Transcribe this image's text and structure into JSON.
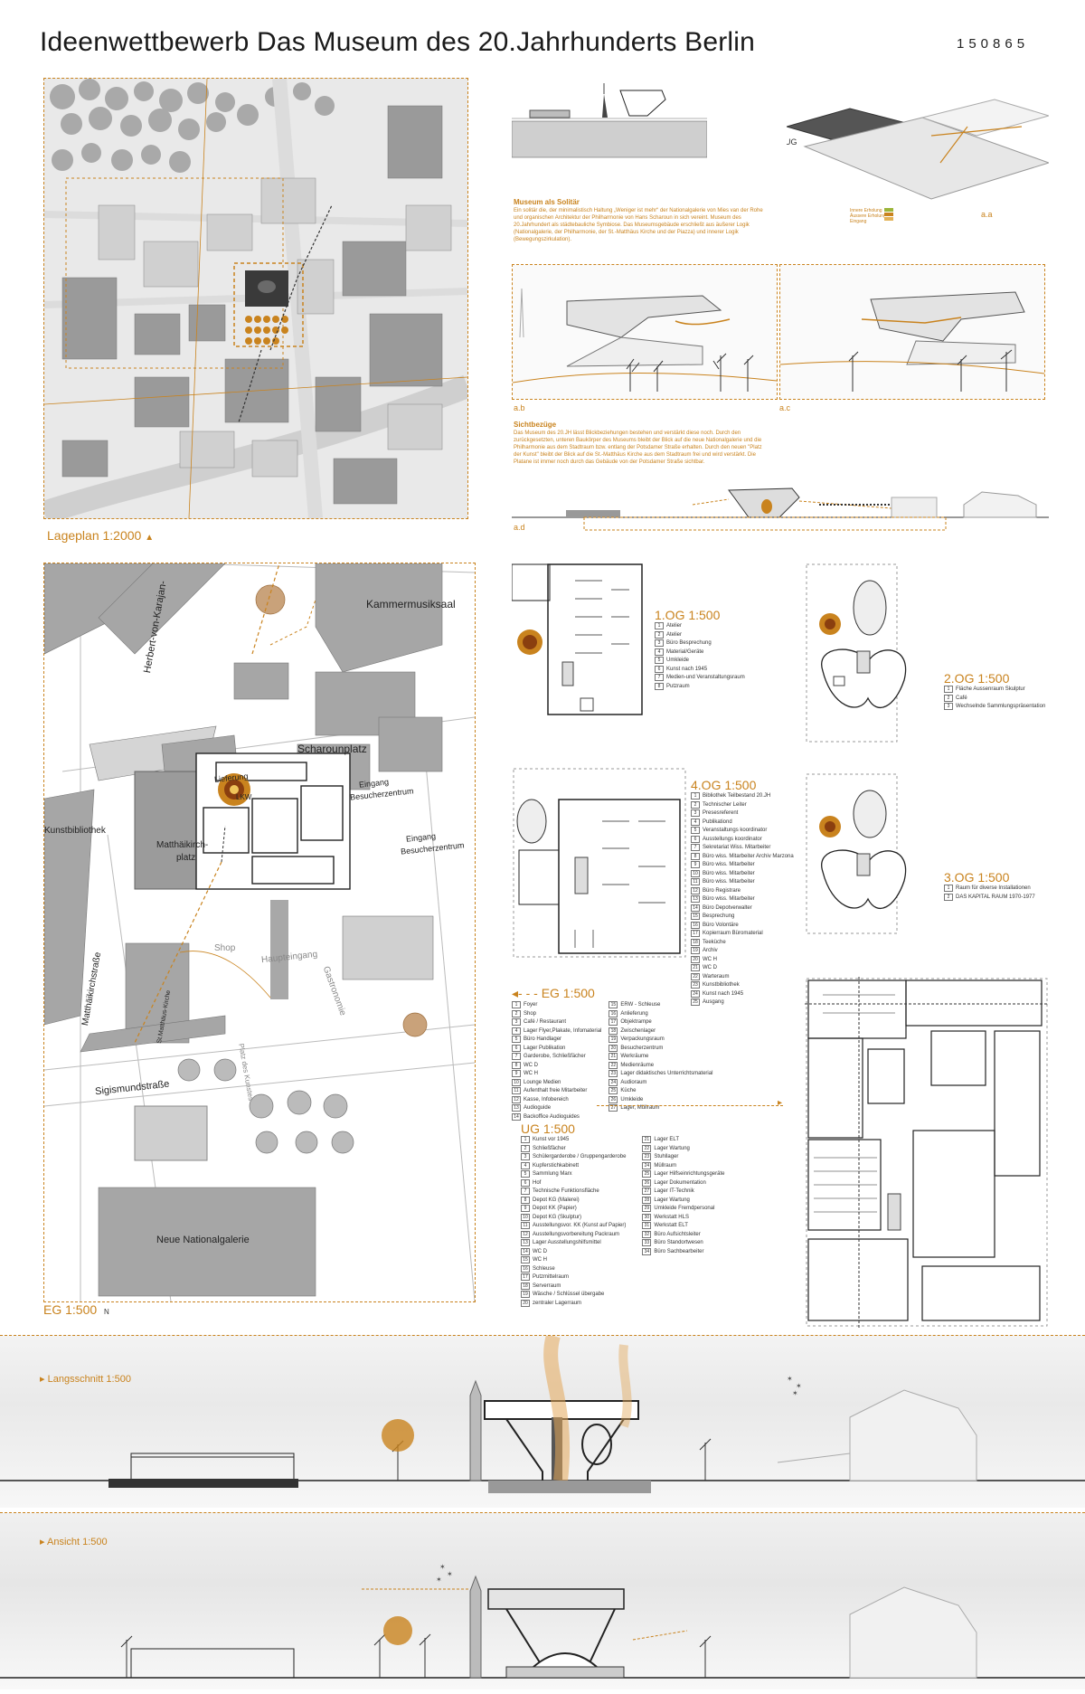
{
  "header": {
    "title": "Ideenwettbewerb Das Museum des 20.Jahrhunderts Berlin",
    "id": "150865"
  },
  "lageplan": {
    "label": "Lageplan 1:2000"
  },
  "site_plan": {
    "label": "EG 1:500",
    "north": "N",
    "places": {
      "kammermusiksaal": "Kammermusiksaal",
      "karajan": "Herbert-von-Karajan-",
      "scharounplatz": "Scharounplatz",
      "lieferung": "Lieferung",
      "lkw": "LKW",
      "eingang1": "Eingang",
      "besucher1": "Besucherzentrum",
      "eingang2": "Eingang",
      "besucher2": "Besucherzentrum",
      "kunstbibliothek": "Kunstbibliothek",
      "matthaikirchplatz1": "Matthäikirch-",
      "matthaikirchplatz2": "platz",
      "matthaikirchstrasse": "Matthäikirchstraße",
      "shop": "Shop",
      "haupteingang": "Haupteingang",
      "gastronomie": "Gastronomie",
      "stmatthaeus": "St.Matthäus-Kirche",
      "platz_kunst": "Platz des Kunstes",
      "sigismundstrasse": "Sigismundstraße",
      "neue_nationalgalerie": "Neue Nationalgalerie"
    }
  },
  "texts": {
    "museum_title": "Museum als Solitär",
    "museum_body": "Ein solitär die, der minimalistisch Haltung „Weniger ist mehr“ der Nationalgalerie von Mies van der Rohe und organischen Architektur der Philharmonie von Hans Scharoun in sich vereint. Museum des 20.Jahrhundert als städtebauliche Symbiose. Das Museumsgebäude erschließt aus äußerer Logik (Nationalgalerie, der Philharmonie, der St.-Matthäus Kirche und der Piazza) und innerer Logik (Bewegungszirkulation).",
    "sicht_title": "Sichtbezüge",
    "sicht_body": "Das Museum des 20.JH lässt Blickbeziehungen bestehen und verstärkt diese noch. Durch den zurückgesetzten, unteren Baukörper des Museums bleibt der Blick auf die neue Nationalgalerie und die Philharmonie aus dem Stadtraum bzw. entlang der Potsdamer Straße erhalten. Durch den neuen \"Platz der Kunst\" bleibt der Blick auf die St.-Matthäus Kirche aus dem Stadtraum frei und wird verstärkt. Die Platane ist immer noch durch das Gebäude von der Potsdamer Straße sichtbar."
  },
  "views": {
    "ug": "UG",
    "a_a": "a.a",
    "a_b": "a.b",
    "a_c": "a.c",
    "a_d": "a.d",
    "legend_note": "Innere Erholung\nÄussere Erholung\nEingang"
  },
  "og1": {
    "title": "1.OG 1:500",
    "items": [
      {
        "n": "1",
        "t": "Atelier"
      },
      {
        "n": "2",
        "t": "Atelier"
      },
      {
        "n": "3",
        "t": "Büro Besprechung"
      },
      {
        "n": "4",
        "t": "Material/Geräte"
      },
      {
        "n": "5",
        "t": "Umkleide"
      },
      {
        "n": "6",
        "t": "Kunst nach 1945"
      },
      {
        "n": "7",
        "t": "Medien-und Veranstaltungsraum"
      },
      {
        "n": "8",
        "t": "Putzraum"
      }
    ]
  },
  "og2": {
    "title": "2.OG 1:500",
    "items": [
      {
        "n": "1",
        "t": "Fläche Aussenraum Skulptur"
      },
      {
        "n": "2",
        "t": "Café"
      },
      {
        "n": "3",
        "t": "Wechselnde Sammlungspräsentation"
      }
    ]
  },
  "og3": {
    "title": "3.OG 1:500",
    "items": [
      {
        "n": "1",
        "t": "Raum für diverse Installationen"
      },
      {
        "n": "2",
        "t": "DAS KAPITAL RAUM 1970-1977"
      }
    ]
  },
  "og4": {
    "title": "4.OG 1:500",
    "items": [
      {
        "n": "1",
        "t": "Bibliothek Teilbestand 20.JH"
      },
      {
        "n": "2",
        "t": "Technischer Leiter"
      },
      {
        "n": "3",
        "t": "Presesreferent"
      },
      {
        "n": "4",
        "t": "Publikationd"
      },
      {
        "n": "5",
        "t": "Veranstaltungs koordinator"
      },
      {
        "n": "6",
        "t": "Ausstellungs koordinator"
      },
      {
        "n": "7",
        "t": "Sekretariat Wiss. Mitarbeiter"
      },
      {
        "n": "8",
        "t": "Büro wiss. Mitarbeiter Archiv Marzona"
      },
      {
        "n": "9",
        "t": "Büro wiss. Mitarbeiter"
      },
      {
        "n": "10",
        "t": "Büro wiss. Mitarbeiter"
      },
      {
        "n": "11",
        "t": "Büro wiss. Mitarbeiter"
      },
      {
        "n": "12",
        "t": "Büro Registrare"
      },
      {
        "n": "13",
        "t": "Büro wiss. Mitarbeiter"
      },
      {
        "n": "14",
        "t": "Büro Depotverwalter"
      },
      {
        "n": "15",
        "t": "Besprechung"
      },
      {
        "n": "16",
        "t": "Büro Volontäre"
      },
      {
        "n": "17",
        "t": "Kopierraum Büromaterial"
      },
      {
        "n": "18",
        "t": "Teeküche"
      },
      {
        "n": "19",
        "t": "Archiv"
      },
      {
        "n": "20",
        "t": "WC H"
      },
      {
        "n": "21",
        "t": "WC D"
      },
      {
        "n": "22",
        "t": "Warteraum"
      },
      {
        "n": "23",
        "t": "Kunstbibliothek"
      },
      {
        "n": "24",
        "t": "Kunst nach 1945"
      },
      {
        "n": "25",
        "t": "Ausgang"
      }
    ]
  },
  "eg": {
    "title": "EG 1:500",
    "col1": [
      {
        "n": "1",
        "t": "Foyer"
      },
      {
        "n": "2",
        "t": "Shop"
      },
      {
        "n": "3",
        "t": "Café / Restaurant"
      },
      {
        "n": "4",
        "t": "Lager Flyer,Plakate, Infomaterial"
      },
      {
        "n": "5",
        "t": "Büro Handlager"
      },
      {
        "n": "6",
        "t": "Lager Publikation"
      },
      {
        "n": "7",
        "t": "Garderobe, Schließfächer"
      },
      {
        "n": "8",
        "t": "WC D"
      },
      {
        "n": "9",
        "t": "WC H"
      },
      {
        "n": "10",
        "t": "Lounge Medien"
      },
      {
        "n": "11",
        "t": "Aufenthalt freie Mitarbeiter"
      },
      {
        "n": "12",
        "t": "Kasse, Infobereich"
      },
      {
        "n": "13",
        "t": "Audioguide"
      },
      {
        "n": "14",
        "t": "Backoffice Audioguides"
      }
    ],
    "col2": [
      {
        "n": "15",
        "t": "ERW - Schleuse"
      },
      {
        "n": "16",
        "t": "Anlieferung"
      },
      {
        "n": "17",
        "t": "Objektrampe"
      },
      {
        "n": "18",
        "t": "Zwischenlager"
      },
      {
        "n": "19",
        "t": "Verpackungsraum"
      },
      {
        "n": "20",
        "t": "Besucherzentrum"
      },
      {
        "n": "21",
        "t": "Werkräume"
      },
      {
        "n": "22",
        "t": "Medienräume"
      },
      {
        "n": "23",
        "t": "Lager didaktisches Unterrichtsmaterial"
      },
      {
        "n": "24",
        "t": "Audioraum"
      },
      {
        "n": "25",
        "t": "Küche"
      },
      {
        "n": "26",
        "t": "Umkleide"
      },
      {
        "n": "27",
        "t": "Lager, Müllraum"
      }
    ]
  },
  "ug": {
    "title": "UG 1:500",
    "col1": [
      {
        "n": "1",
        "t": "Kunst vor 1945"
      },
      {
        "n": "2",
        "t": "Schließfächer"
      },
      {
        "n": "3",
        "t": "Schülergarderobe / Gruppengarderobe"
      },
      {
        "n": "4",
        "t": "Kupferstichkabinett"
      },
      {
        "n": "5",
        "t": "Sammlung Marx"
      },
      {
        "n": "6",
        "t": "Hof"
      },
      {
        "n": "7",
        "t": "Technische Funktionsfläche"
      },
      {
        "n": "8",
        "t": "Depot KG (Malerei)"
      },
      {
        "n": "9",
        "t": "Depot KK (Papier)"
      },
      {
        "n": "10",
        "t": "Depot KG (Skulptur)"
      },
      {
        "n": "11",
        "t": "Ausstellungsvor. KK (Kunst auf Papier)"
      },
      {
        "n": "12",
        "t": "Ausstellungsvorbereitung Packraum"
      },
      {
        "n": "13",
        "t": "Lager Ausstellungshilfsmittel"
      },
      {
        "n": "14",
        "t": "WC D"
      },
      {
        "n": "15",
        "t": "WC H"
      },
      {
        "n": "16",
        "t": "Schleuse"
      },
      {
        "n": "17",
        "t": "Putzmittelraum"
      },
      {
        "n": "18",
        "t": "Serverraum"
      },
      {
        "n": "19",
        "t": "Wäsche / Schlüssel übergabe"
      },
      {
        "n": "20",
        "t": "zentraler Lagerraum"
      }
    ],
    "col2": [
      {
        "n": "21",
        "t": "Lager ELT"
      },
      {
        "n": "22",
        "t": "Lager Wartung"
      },
      {
        "n": "23",
        "t": "Stuhllager"
      },
      {
        "n": "24",
        "t": "Müllraum"
      },
      {
        "n": "25",
        "t": "Lager Hilfseinrichtungsgeräte"
      },
      {
        "n": "26",
        "t": "Lager Dokumentation"
      },
      {
        "n": "27",
        "t": "Lager IT-Technik"
      },
      {
        "n": "28",
        "t": "Lager Wartung"
      },
      {
        "n": "29",
        "t": "Umkleide Fremdpersonal"
      },
      {
        "n": "30",
        "t": "Werkstatt HLS"
      },
      {
        "n": "31",
        "t": "Werkstatt ELT"
      },
      {
        "n": "32",
        "t": "Büro Aufsichtsleiter"
      },
      {
        "n": "33",
        "t": "Büro Standortwesen"
      },
      {
        "n": "34",
        "t": "Büro Sachbearbeiter"
      }
    ]
  },
  "sections": {
    "langsschnitt": "Langsschnitt 1:500",
    "ansicht": "Ansicht 1:500"
  },
  "colors": {
    "accent": "#c9831e",
    "grey_building": "#8e8e8e",
    "light_grey": "#d9d9d9",
    "line": "#333333"
  }
}
